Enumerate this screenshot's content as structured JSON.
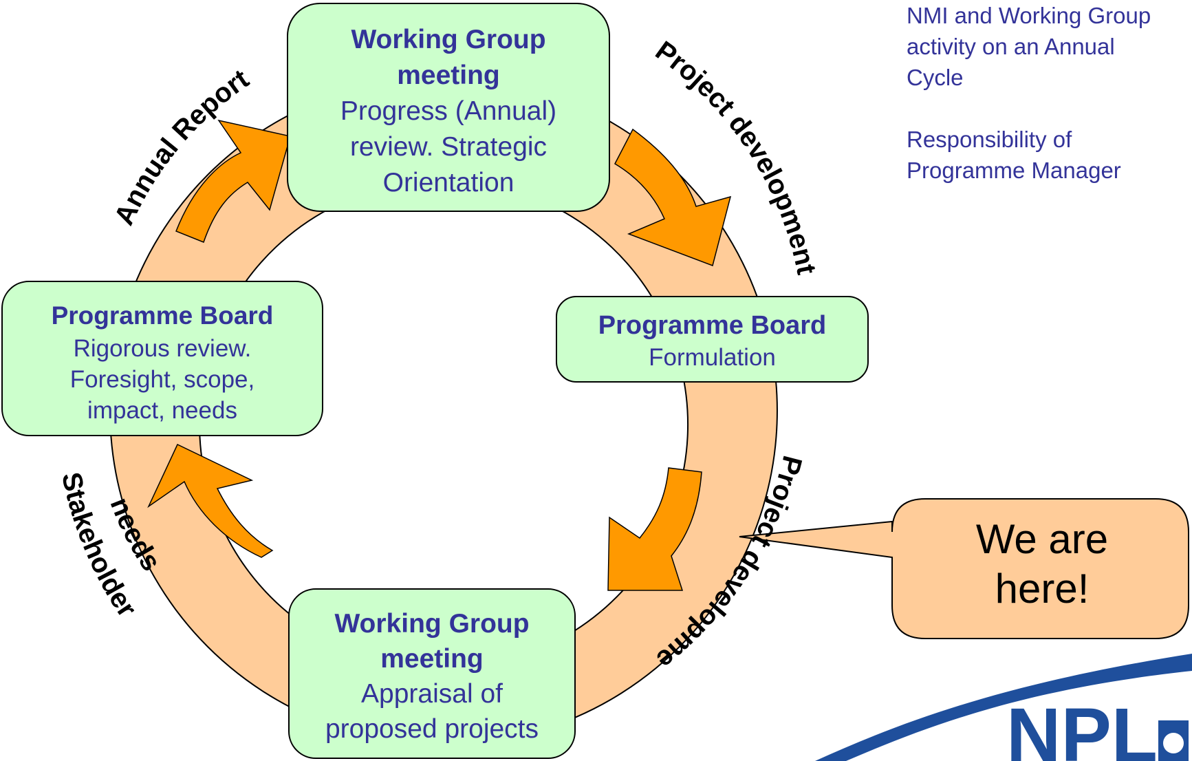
{
  "boxes": {
    "top": {
      "title_line1": "Working Group",
      "title_line2": "meeting",
      "lines": [
        "Progress (Annual)",
        "review. Strategic",
        "Orientation"
      ]
    },
    "right": {
      "title": "Programme Board",
      "subtitle": "Formulation"
    },
    "bottom": {
      "title_line1": "Working Group",
      "title_line2": "meeting",
      "lines": [
        "Appraisal of",
        "proposed projects"
      ]
    },
    "left": {
      "title": "Programme Board",
      "lines": [
        "Rigorous review.",
        "Foresight, scope,",
        "impact, needs"
      ]
    }
  },
  "arc_labels": {
    "annual_report": "Annual Report",
    "project_development_top": "Project development",
    "project_development_bottom": "Project development",
    "stakeholder": "Stakeholder",
    "needs": "needs"
  },
  "side_note": {
    "line1": "NMI and Working Group",
    "line2": "activity on an Annual",
    "line3": "Cycle",
    "line4": "Responsibility of",
    "line5": "Programme Manager"
  },
  "callout": {
    "line1": "We are",
    "line2": "here!"
  },
  "logo": {
    "text": "NPL"
  },
  "colors": {
    "ring": "#ffcc99",
    "arrow": "#ff9900",
    "box_fill": "#ccffcc",
    "text": "#333399",
    "logo_blue": "#1f4f9c"
  }
}
